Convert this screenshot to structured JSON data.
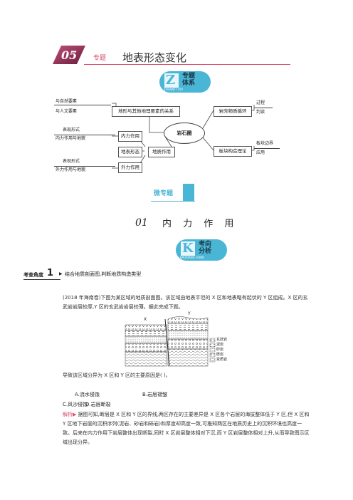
{
  "header": {
    "badge": "05",
    "section": "专题",
    "title": "地表形态变化"
  },
  "system_badge": {
    "letter": "Z",
    "line1": "专题",
    "line2": "体系",
    "pinyin": "ZHUANTI  TIXI"
  },
  "mindmap": {
    "center": "岩石圈",
    "left_top": {
      "tags": [
        "与自然要素",
        "与人文要素"
      ],
      "node": "地形与其他地理要素的关系"
    },
    "left_mid": {
      "tags": [
        "表现形式",
        "内力作用与地貌"
      ],
      "node": "内力作用"
    },
    "left_low": {
      "tags": [
        "表现形式",
        "外力作用与地貌"
      ],
      "node": "外力作用"
    },
    "surface_node": "地表形态",
    "geo_node": "地质作用",
    "right_top": {
      "node": "岩壳物质循环",
      "tags": [
        "过程",
        "判读"
      ]
    },
    "right_low": {
      "node": "板块构造理论",
      "tags": [
        "板块边界",
        "应用"
      ]
    }
  },
  "micro": {
    "label": "微专题",
    "number": "01",
    "title": "内 力 作 用"
  },
  "analysis_badge": {
    "letter": "K",
    "line1": "考向",
    "line2": "分析",
    "pinyin": "KAOXIANG  FENXI"
  },
  "angle": {
    "label": "考查角度",
    "number": "1",
    "text": "结合地质剖面图,判断地质构造类型"
  },
  "question": {
    "intro": "(2018 年海南卷)下图为某区域的地质剖面图。该区域由地表平坦的 X 区和地表略有起伏的 Y 区组成。X 区的玄武岩岩层较厚,Y 区的玄武岩岩层较薄。据此完成下题。",
    "stem": "导致该区域分异为 X 区和 Y 区的主要原因是(      )。",
    "options": [
      "A.流水侵蚀",
      "B.岩层褶皱",
      "C.风沙侵蚀",
      "D.岩层断裂"
    ],
    "analysis_label": "解析▶",
    "analysis": "据图可知,断层是 X 区和 Y 区的界线,两区存在的主要差异是 X 区各个岩层的海拔整体低于 Y 区,但 X 区和 Y 区地下岩层的沉积序列(泥岩、砂岩和砾岩)和厚度却高度一致,可推知两区在地质历史上的沉积环境也高度一致。后来在内力作用下岩层整体出现断裂,同时 X 区岩层整体相对下沉,而 Y 区岩层整体相对上升,从而导致图示区域出现分异。"
  },
  "figure": {
    "label_x": "X",
    "label_y": "Y",
    "legend": [
      "玄武岩",
      "泥岩",
      "砂岩",
      "砾岩",
      "变质岩"
    ]
  },
  "colors": {
    "accent": "#4ab6d6",
    "header_line": "#d94d6b",
    "badge_gradient": "#8a2b4c"
  }
}
